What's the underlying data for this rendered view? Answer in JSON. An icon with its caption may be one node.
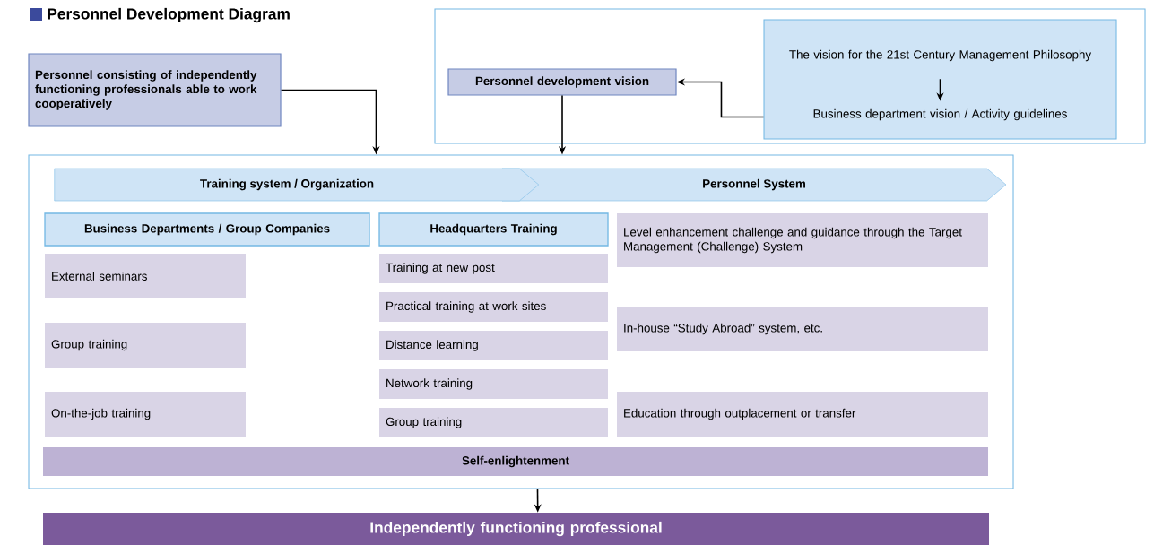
{
  "diagram": {
    "title": "Personnel Development Diagram",
    "nodes": [
      {
        "text": [
          "Personnel consisting of independently functioning professionals able to work cooperatively"
        ]
      },
      {
        "text": [],
        "shape": "box"
      },
      {
        "text": [
          "Personnel development vision"
        ],
        "in": 1
      },
      {
        "text": [],
        "shape": "box",
        "in": 1
      },
      {
        "text": [
          "The vision for the 21st Century Management Philosophy"
        ],
        "in": 3
      },
      {
        "text": [
          "Business department vision / Activity guidelines"
        ],
        "in": 3
      },
      {
        "text": [],
        "shape": "box"
      },
      {
        "text": [
          "Training system / Organization"
        ],
        "in": 6
      },
      {
        "text": [
          "Personnel System"
        ],
        "in": 6
      },
      {
        "text": [
          "Business Departments / Group Companies"
        ],
        "in": 6
      },
      {
        "text": [
          "Headquarters Training"
        ],
        "in": 6
      },
      {
        "text": [
          "Level enhancement challenge and guidance through the Target Management (Challenge) System"
        ],
        "in": 6
      },
      {
        "text": [
          "External seminars"
        ],
        "in": 6
      },
      {
        "text": [
          "Training at new post"
        ],
        "in": 6
      },
      {
        "text": [
          "Practical training at work sites"
        ],
        "in": 6
      },
      {
        "text": [
          "Distance learning"
        ],
        "in": 6
      },
      {
        "text": [
          "In-house “Study Abroad” system, etc."
        ],
        "in": 6
      },
      {
        "text": [
          "Group training"
        ],
        "in": 6
      },
      {
        "text": [
          "Network training"
        ],
        "in": 6
      },
      {
        "text": [
          "Group training"
        ],
        "in": 6
      },
      {
        "text": [
          "On-the-job training"
        ],
        "in": 6
      },
      {
        "text": [
          "Education through outplacement or transfer"
        ],
        "in": 6
      },
      {
        "text": [
          "Self-enlightenment"
        ],
        "in": 6
      },
      {
        "text": [
          "Independently functioning professional"
        ]
      }
    ],
    "edges": [
      {
        "from": 0,
        "to": 6,
        "arrow": "to"
      },
      {
        "from": 4,
        "to": 5,
        "arrow": "to"
      },
      {
        "from": 3,
        "to": 2,
        "arrow": "to"
      },
      {
        "from": 2,
        "to": 6,
        "arrow": "to"
      },
      {
        "from": 6,
        "to": 23,
        "arrow": "to"
      }
    ]
  }
}
